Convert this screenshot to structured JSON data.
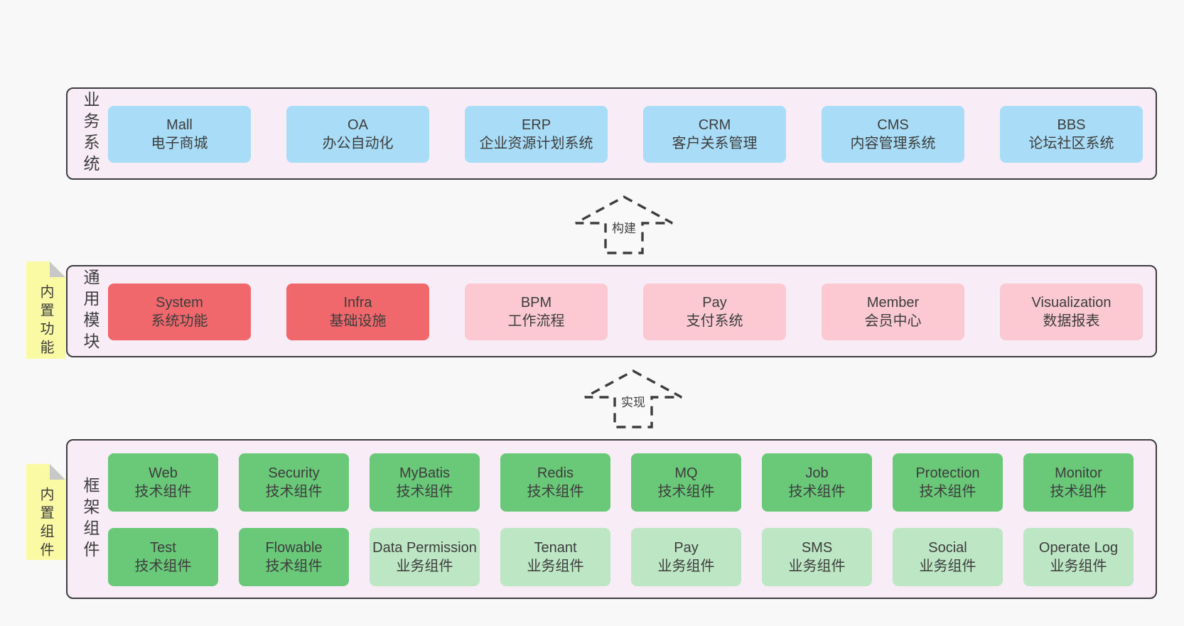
{
  "colors": {
    "page-bg": "#f8f8f8",
    "panel-bg": "#f8edf6",
    "panel-border": "#3d3d3d",
    "blue": "#a9dcf6",
    "red": "#f1686c",
    "pink": "#fcc9d3",
    "green": "#6ac879",
    "light-green": "#bde6c4",
    "yellow": "#fafaa5",
    "fold-gray": "#c8c8c8",
    "text": "#3d3d3d"
  },
  "sections": {
    "business": {
      "label": "业务系统",
      "boxes": [
        {
          "name": "Mall",
          "desc": "电子商城"
        },
        {
          "name": "OA",
          "desc": "办公自动化"
        },
        {
          "name": "ERP",
          "desc": "企业资源计划系统"
        },
        {
          "name": "CRM",
          "desc": "客户关系管理"
        },
        {
          "name": "CMS",
          "desc": "内容管理系统"
        },
        {
          "name": "BBS",
          "desc": "论坛社区系统"
        }
      ]
    },
    "modules": {
      "label": "通用模块",
      "note": "内置功能",
      "boxes": [
        {
          "name": "System",
          "desc": "系统功能"
        },
        {
          "name": "Infra",
          "desc": "基础设施"
        },
        {
          "name": "BPM",
          "desc": "工作流程"
        },
        {
          "name": "Pay",
          "desc": "支付系统"
        },
        {
          "name": "Member",
          "desc": "会员中心"
        },
        {
          "name": "Visualization",
          "desc": "数据报表"
        }
      ]
    },
    "components": {
      "label": "框架组件",
      "note": "内置组件",
      "row1": [
        {
          "name": "Web",
          "desc": "技术组件"
        },
        {
          "name": "Security",
          "desc": "技术组件"
        },
        {
          "name": "MyBatis",
          "desc": "技术组件"
        },
        {
          "name": "Redis",
          "desc": "技术组件"
        },
        {
          "name": "MQ",
          "desc": "技术组件"
        },
        {
          "name": "Job",
          "desc": "技术组件"
        },
        {
          "name": "Protection",
          "desc": "技术组件"
        },
        {
          "name": "Monitor",
          "desc": "技术组件"
        }
      ],
      "row2": [
        {
          "name": "Test",
          "desc": "技术组件"
        },
        {
          "name": "Flowable",
          "desc": "技术组件"
        },
        {
          "name": "Data Permission",
          "desc": "业务组件"
        },
        {
          "name": "Tenant",
          "desc": "业务组件"
        },
        {
          "name": "Pay",
          "desc": "业务组件"
        },
        {
          "name": "SMS",
          "desc": "业务组件"
        },
        {
          "name": "Social",
          "desc": "业务组件"
        },
        {
          "name": "Operate Log",
          "desc": "业务组件"
        }
      ]
    }
  },
  "arrows": [
    {
      "label": "构建"
    },
    {
      "label": "实现"
    }
  ]
}
